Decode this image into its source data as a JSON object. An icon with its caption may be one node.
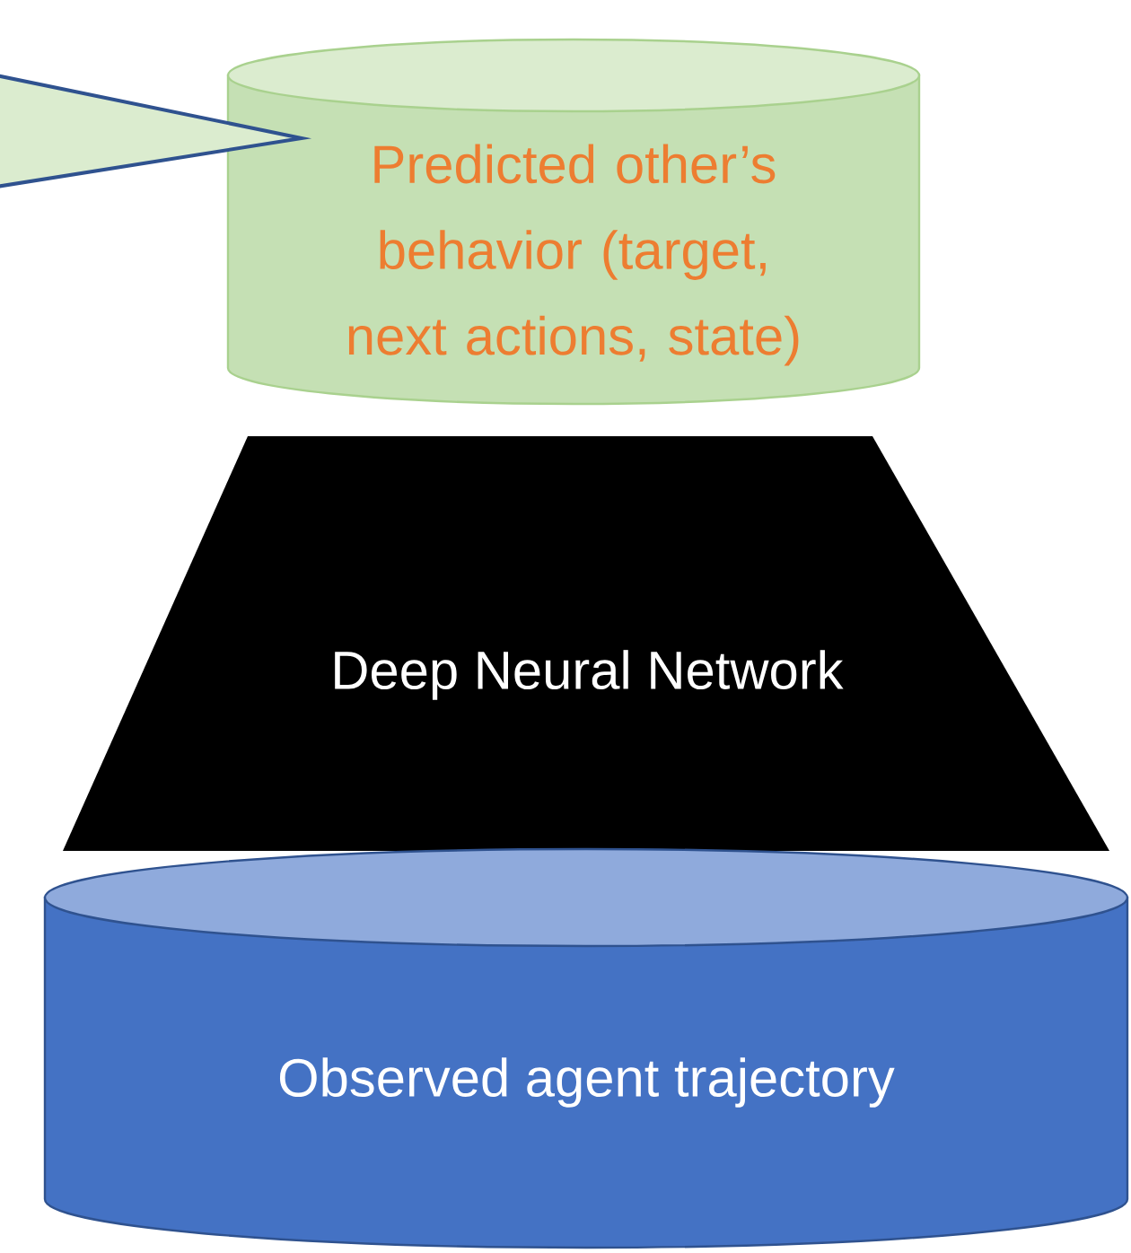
{
  "diagram": {
    "nodes": [
      {
        "text": [],
        "shape": "callout"
      },
      {
        "text": [
          "Predicted other’s behavior (target, next actions, state)"
        ]
      },
      {
        "text": [
          "Deep Neural Network"
        ]
      },
      {
        "text": [
          "Observed agent trajectory"
        ]
      }
    ]
  }
}
